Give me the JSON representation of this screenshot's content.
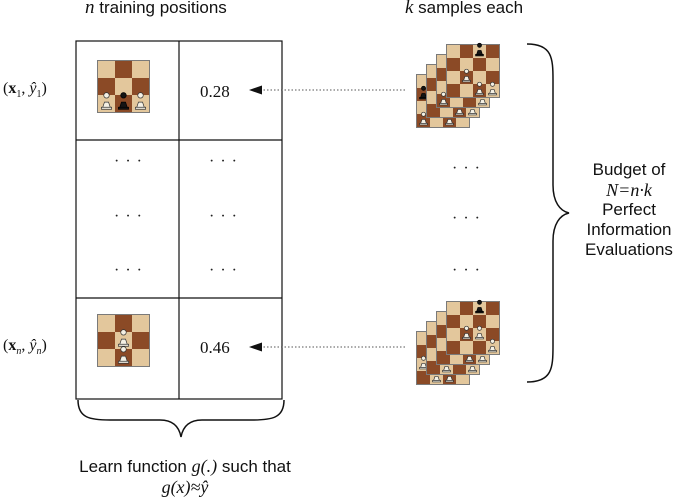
{
  "headers": {
    "left_var": "n",
    "left_text": "training positions",
    "right_var": "k",
    "right_text": "samples each"
  },
  "rows": {
    "first": {
      "label": "(x1, ŷ1)",
      "value": "0.28"
    },
    "last": {
      "label": "(xn, ŷn)",
      "value": "0.46"
    }
  },
  "ellipsis": "· · ·",
  "budget": {
    "line1": "Budget of",
    "line2": "N=n·k",
    "line3": "Perfect",
    "line4": "Information",
    "line5": "Evaluations"
  },
  "bottom": {
    "line1_prefix": "Learn function",
    "line1_func": "g(.)",
    "line1_suffix": "such that",
    "line2": "g(x)≈ŷ"
  },
  "colors": {
    "light_square": "#e3c79c",
    "dark_square": "#8b4a26",
    "border": "#111111"
  }
}
